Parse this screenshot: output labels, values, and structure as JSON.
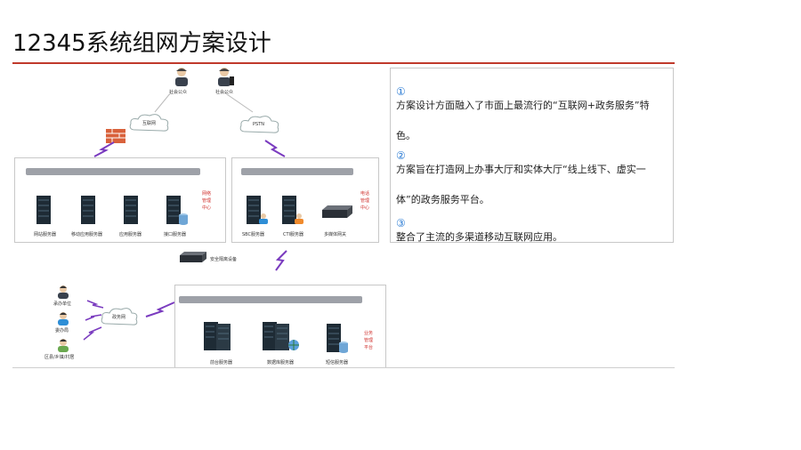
{
  "slide": {
    "title": "12345系统组网方案设计"
  },
  "diagram": {
    "public_user_1": "社会公众",
    "public_user_2": "社会公众",
    "internet_cloud": "互联网",
    "pstn_cloud": "PSTN",
    "gov_cloud": "政务网",
    "web_center": {
      "label": "网络\n管理\n中心",
      "servers": [
        "网站服务器",
        "移动应用服务器",
        "应用服务器",
        "接口服务器"
      ]
    },
    "phone_center": {
      "label": "电话\n管理\n中心",
      "servers": [
        "SBC服务器",
        "CTI服务器",
        "多媒体网关"
      ]
    },
    "security_gateway": "安全隔离设备",
    "business_platform": {
      "label": "业务\n管理\n平台",
      "servers": [
        "前台服务器",
        "数据库服务器",
        "短信服务器"
      ]
    },
    "endpoints": [
      "承办单位",
      "委办局",
      "区县/乡镇/村居"
    ]
  },
  "notes": {
    "items": [
      {
        "num": "①",
        "text": "方案设计方面融入了市面上最流行的“互联网+政务服务”特色。"
      },
      {
        "num": "②",
        "text": "方案旨在打造网上办事大厅和实体大厅“线上线下、虚实一体”的政务服务平台。"
      },
      {
        "num": "③",
        "text": "整合了主流的多渠道移动互联网应用。"
      }
    ]
  },
  "colors": {
    "accent": "#c0392b",
    "bullet": "#2a7bd4",
    "label_red": "#d0312d",
    "lightning": "#7a3bbf"
  }
}
